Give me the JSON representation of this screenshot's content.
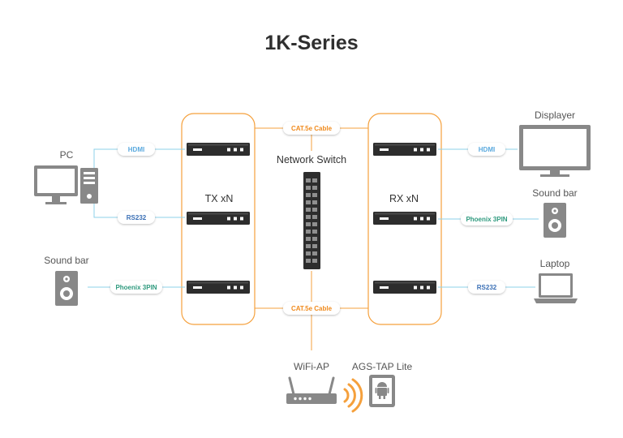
{
  "title": "1K-Series",
  "groups": {
    "tx": "TX xN",
    "rx": "RX xN",
    "switch": "Network Switch"
  },
  "left_devices": {
    "pc": "PC",
    "soundbar": "Sound bar"
  },
  "right_devices": {
    "displayer": "Displayer",
    "soundbar": "Sound bar",
    "laptop": "Laptop"
  },
  "bottom_devices": {
    "wifi": "WiFi-AP",
    "tablet": "AGS-TAP Lite"
  },
  "cables": {
    "tx_hdmi": "HDMI",
    "tx_rs232": "RS232",
    "tx_phoenix": "Phoenix 3PIN",
    "rx_hdmi": "HDMI",
    "rx_phoenix": "Phoenix 3PIN",
    "rx_rs232": "RS232",
    "cat_top": "CAT.5e Cable",
    "cat_bottom": "CAT.5e Cable"
  },
  "icons": {
    "pc": "desktop-pc-icon",
    "speaker": "speaker-icon",
    "monitor": "monitor-icon",
    "laptop": "laptop-icon",
    "router": "wifi-router-icon",
    "tablet": "android-tablet-icon",
    "signal": "wireless-signal-icon",
    "unit": "av-unit-icon",
    "switch": "network-switch-icon"
  },
  "colors": {
    "orange": "#f5a03c",
    "blue_line": "#8ed0ea",
    "hdmi_text": "#5aa9de",
    "rs232_text": "#3a6fb5",
    "phoenix_text": "#2f9a7e",
    "cat_text": "#f08a1c",
    "device": "#888888",
    "dark": "#2d2d2d"
  }
}
